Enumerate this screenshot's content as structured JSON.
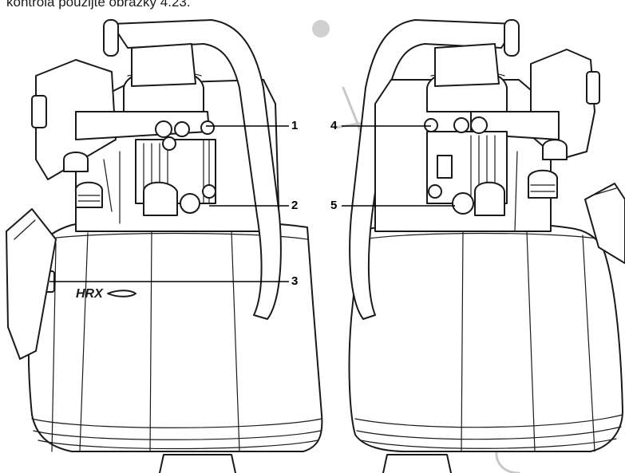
{
  "caption": "kontrola použijte obrázky 4.23.",
  "brand_mark": "HRX",
  "callouts": [
    {
      "id": "1",
      "label": "1"
    },
    {
      "id": "2",
      "label": "2"
    },
    {
      "id": "3",
      "label": "3"
    },
    {
      "id": "4",
      "label": "4"
    },
    {
      "id": "5",
      "label": "5"
    }
  ],
  "colors": {
    "line": "#1a1a1a",
    "watermark": "#c8c8c8",
    "background": "#ffffff"
  }
}
